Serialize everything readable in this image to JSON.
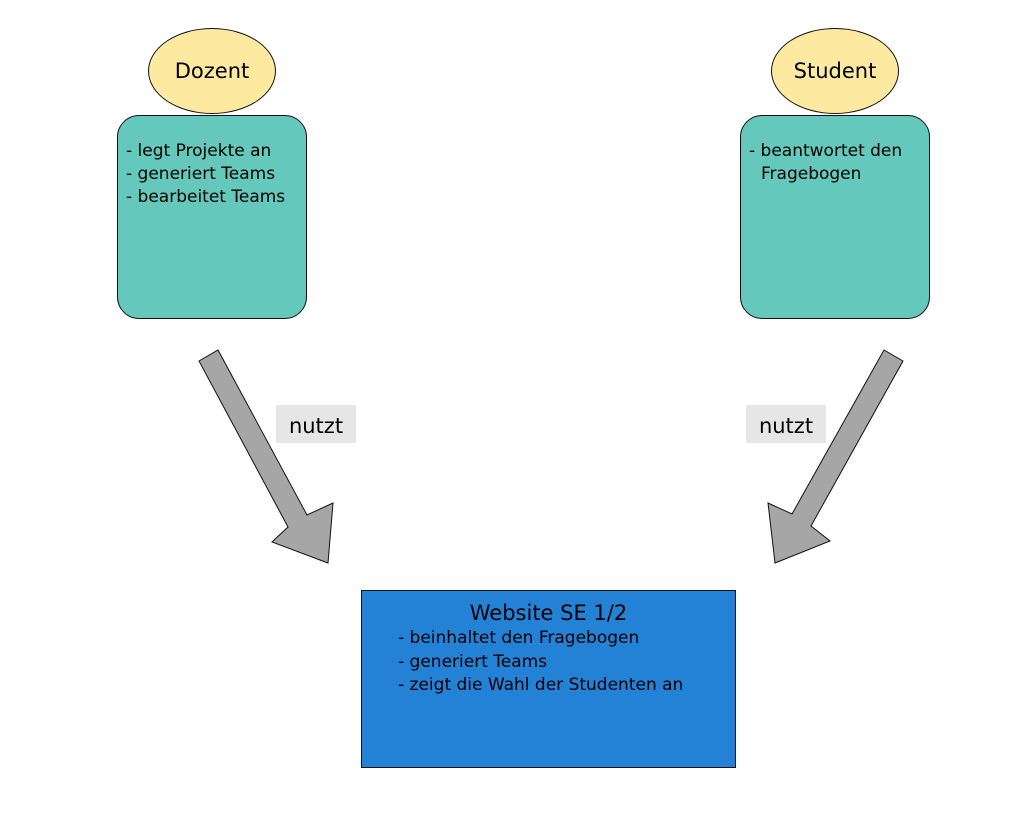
{
  "actors": [
    {
      "name": "Dozent",
      "items": [
        "legt Projekte an",
        "generiert Teams",
        "bearbeitet Teams"
      ]
    },
    {
      "name": "Student",
      "items": [
        "beantwortet den Fragebogen"
      ]
    }
  ],
  "relations": [
    {
      "label": "nutzt"
    },
    {
      "label": "nutzt"
    }
  ],
  "system": {
    "title": "Website SE 1/2",
    "items": [
      "beinhaltet den Fragebogen",
      "generiert Teams",
      "zeigt die Wahl der Studenten an"
    ]
  },
  "colors": {
    "actor_head": "#fdeaa0",
    "actor_body": "#64c8bc",
    "system_box": "#2381d6",
    "arrow": "#a6a6a6",
    "label_bg": "#e6e6e6"
  }
}
